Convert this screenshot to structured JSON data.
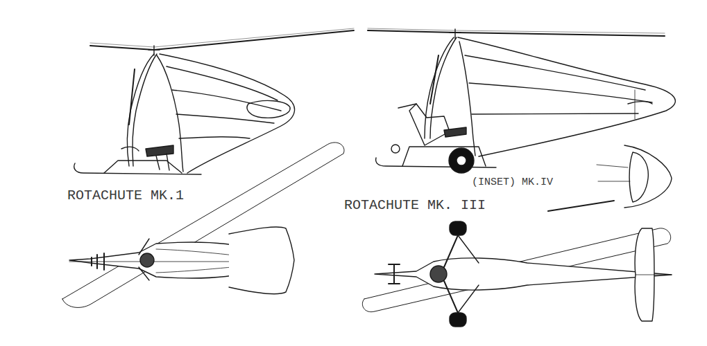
{
  "diagram": {
    "labels": [
      "ROTACHUTE MK.1",
      "(INSET) MK.IV",
      "ROTACHUTE MK. III"
    ]
  }
}
